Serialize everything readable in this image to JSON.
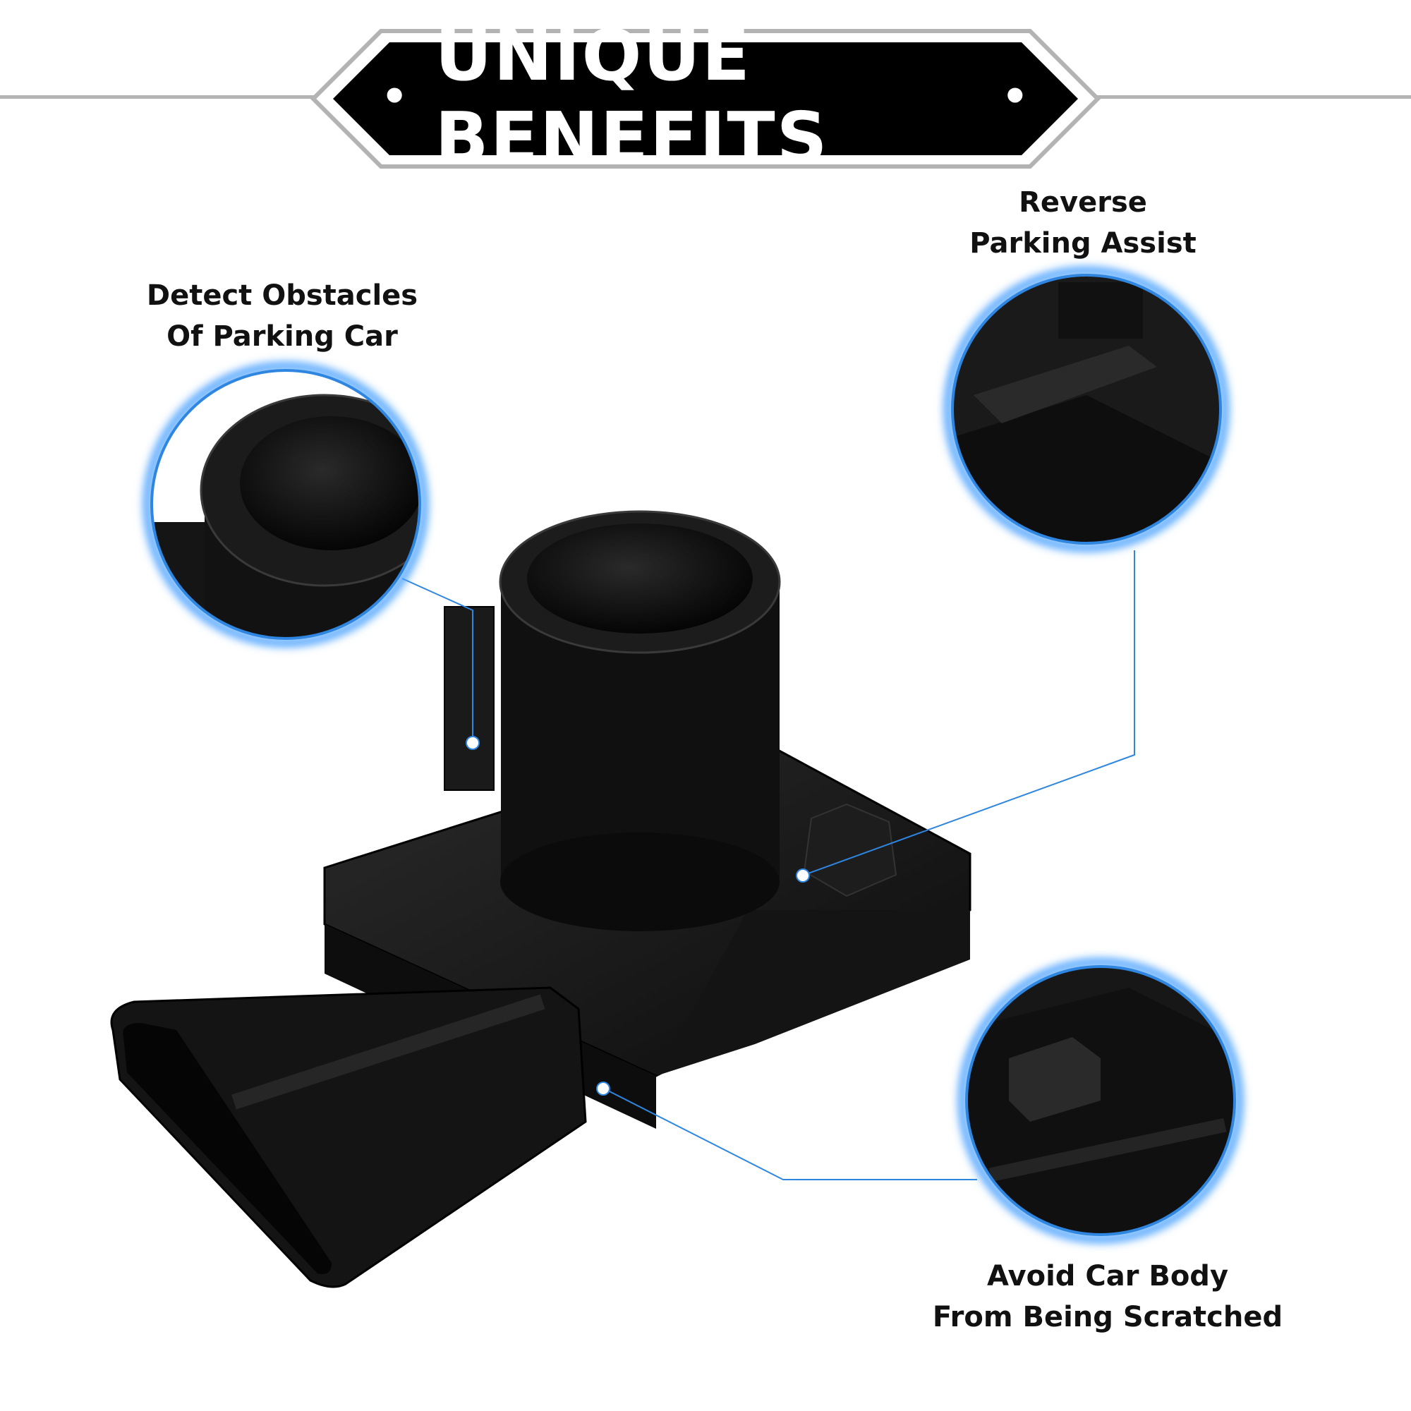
{
  "banner": {
    "title": "UNIQUE BENEFITS",
    "bullet_left": "•",
    "bullet_right": "•",
    "fill_color": "#000000",
    "border_color": "#b3b3b3"
  },
  "callouts": [
    {
      "line1": "Detect Obstacles",
      "line2": "Of Parking Car"
    },
    {
      "line1": "Reverse",
      "line2": "Parking Assist"
    },
    {
      "line1": "Avoid Car Body",
      "line2": "From Being Scratched"
    }
  ],
  "colors": {
    "accent": "#2f86e0",
    "product": "#111111"
  }
}
